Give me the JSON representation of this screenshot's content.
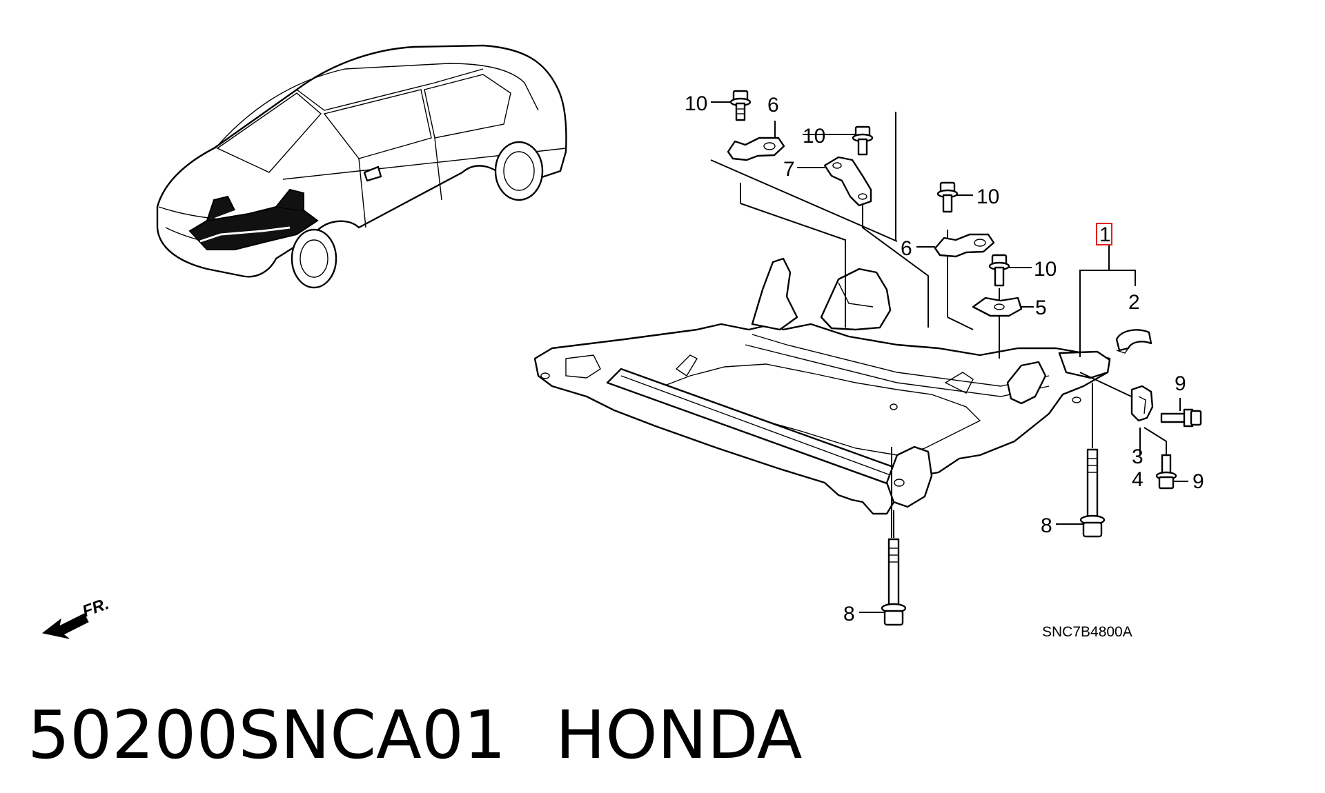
{
  "diagram": {
    "callouts": {
      "c1": "1",
      "c2": "2",
      "c3": "3",
      "c4": "4",
      "c5": "5",
      "c6a": "6",
      "c6b": "6",
      "c7": "7",
      "c8a": "8",
      "c8b": "8",
      "c9a": "9",
      "c9b": "9",
      "c10a": "10",
      "c10b": "10",
      "c10c": "10",
      "c10d": "10"
    },
    "front_label": "FR.",
    "diagram_code": "SNC7B4800A"
  },
  "caption": {
    "part_number": "50200SNCA01",
    "brand": "HONDA"
  },
  "colors": {
    "highlight": "#e02020",
    "ink": "#000000"
  }
}
